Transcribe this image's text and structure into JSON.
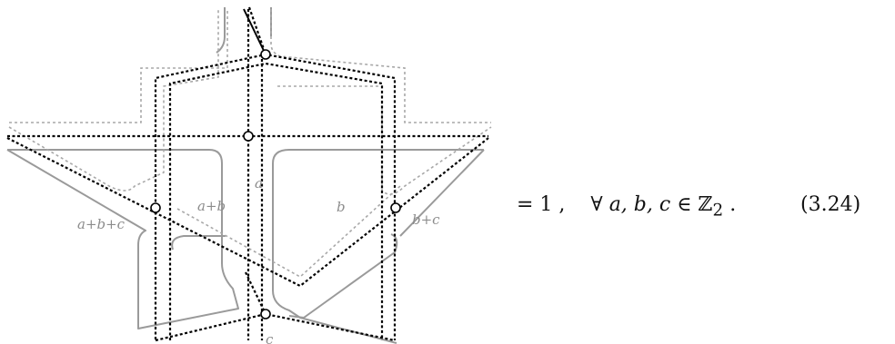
{
  "figure": {
    "region_labels": {
      "a": "a",
      "a_plus_b": "a+b",
      "b": "b",
      "a_plus_b_plus_c": "a+b+c",
      "b_plus_c": "b+c",
      "c": "c"
    }
  },
  "equation": {
    "lhs_rel": "= 1 ,",
    "quantifier": "∀",
    "vars": "a, b, c",
    "member_of": "∈",
    "set": "ℤ",
    "set_sub": "2",
    "period": ".",
    "number": "(3.24)"
  },
  "colors": {
    "lattice_gray": "#9a9a9a",
    "dotted_gray": "#a8a8a8",
    "black_path": "#000000"
  }
}
